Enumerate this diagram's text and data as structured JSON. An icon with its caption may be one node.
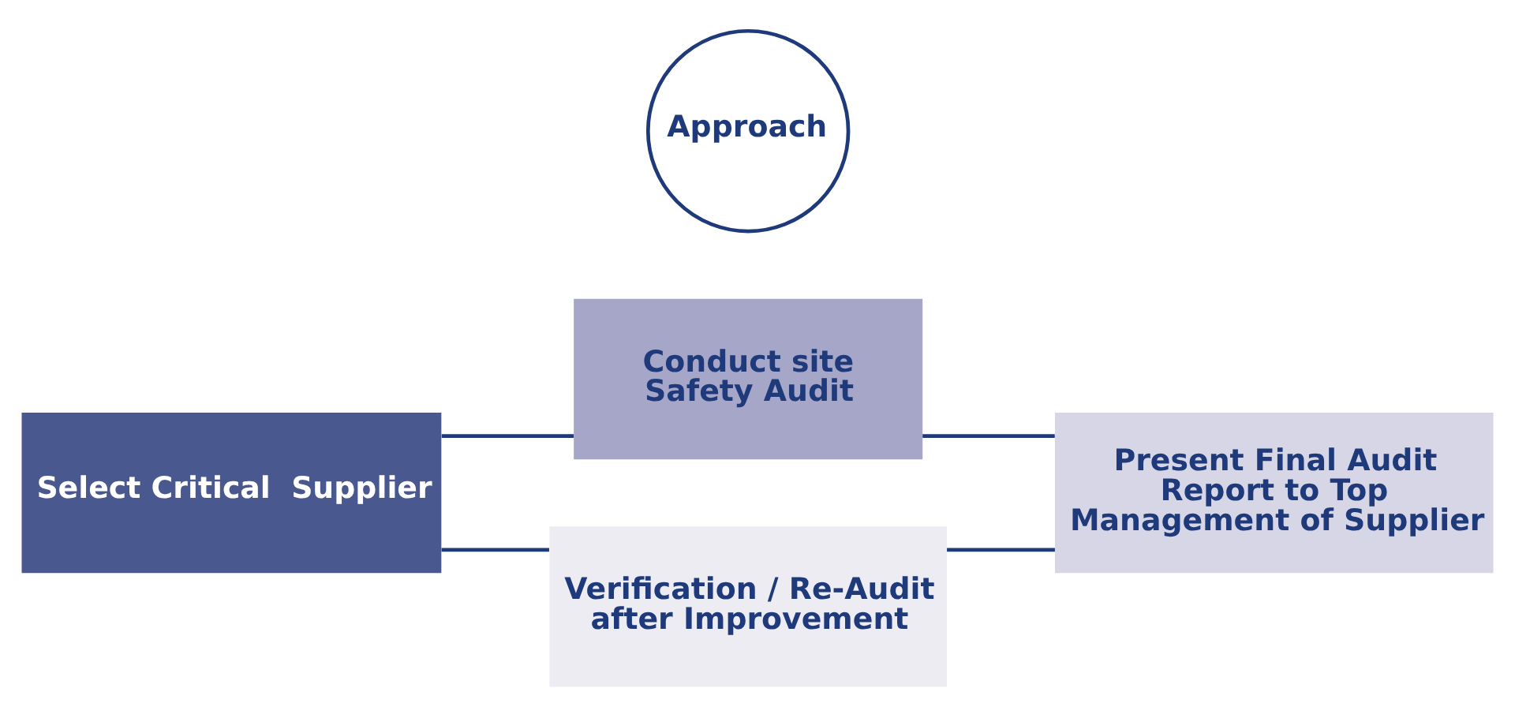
{
  "diagram": {
    "nodes": [
      {
        "text": [
          "Select Critical  Supplier"
        ]
      },
      {
        "text": [
          "Conduct site Safety Audit"
        ]
      },
      {
        "text": [
          "Present Final Audit Report to Top Management of Supplier"
        ]
      },
      {
        "text": [
          "Verification / Re-Audit after Improvement"
        ]
      },
      {
        "text": [
          "Approach"
        ]
      }
    ],
    "edges": [
      {
        "from": 0,
        "to": 1,
        "arrow": "none"
      },
      {
        "from": 1,
        "to": 2,
        "arrow": "none"
      },
      {
        "from": 2,
        "to": 3,
        "arrow": "none"
      },
      {
        "from": 3,
        "to": 0,
        "arrow": "none"
      }
    ]
  }
}
